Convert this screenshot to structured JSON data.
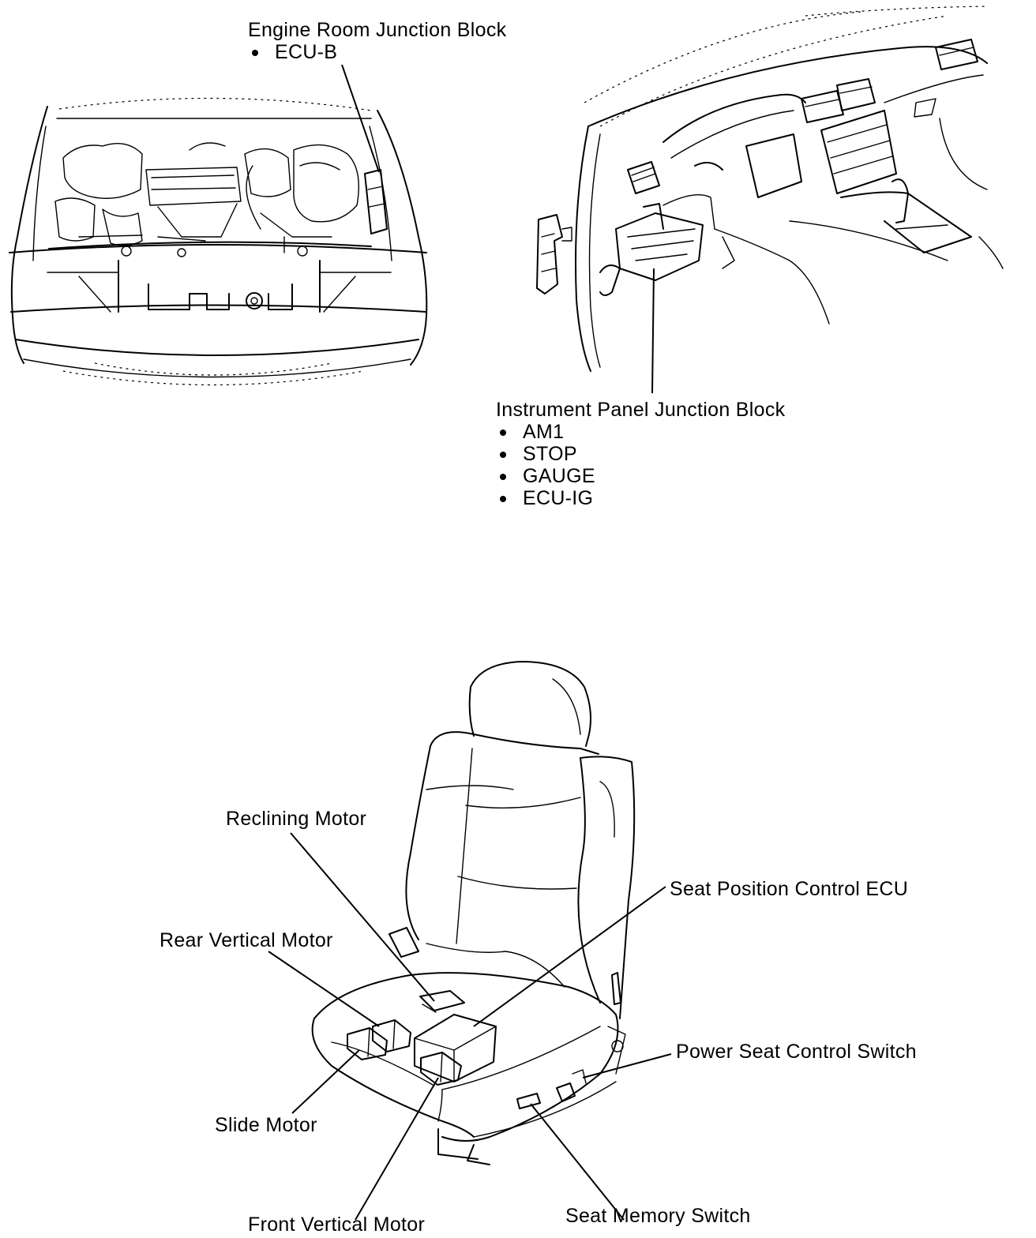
{
  "engine_room_block": {
    "title": "Engine Room Junction Block",
    "fuses": [
      "ECU-B"
    ]
  },
  "instrument_panel_block": {
    "title": "Instrument Panel Junction Block",
    "fuses": [
      "AM1",
      "STOP",
      "GAUGE",
      "ECU-IG"
    ]
  },
  "seat_labels": {
    "reclining_motor": "Reclining Motor",
    "seat_position_control_ecu": "Seat Position Control ECU",
    "rear_vertical_motor": "Rear Vertical Motor",
    "power_seat_control_switch": "Power Seat Control Switch",
    "slide_motor": "Slide Motor",
    "seat_memory_switch": "Seat Memory Switch",
    "front_vertical_motor": "Front Vertical Motor"
  }
}
